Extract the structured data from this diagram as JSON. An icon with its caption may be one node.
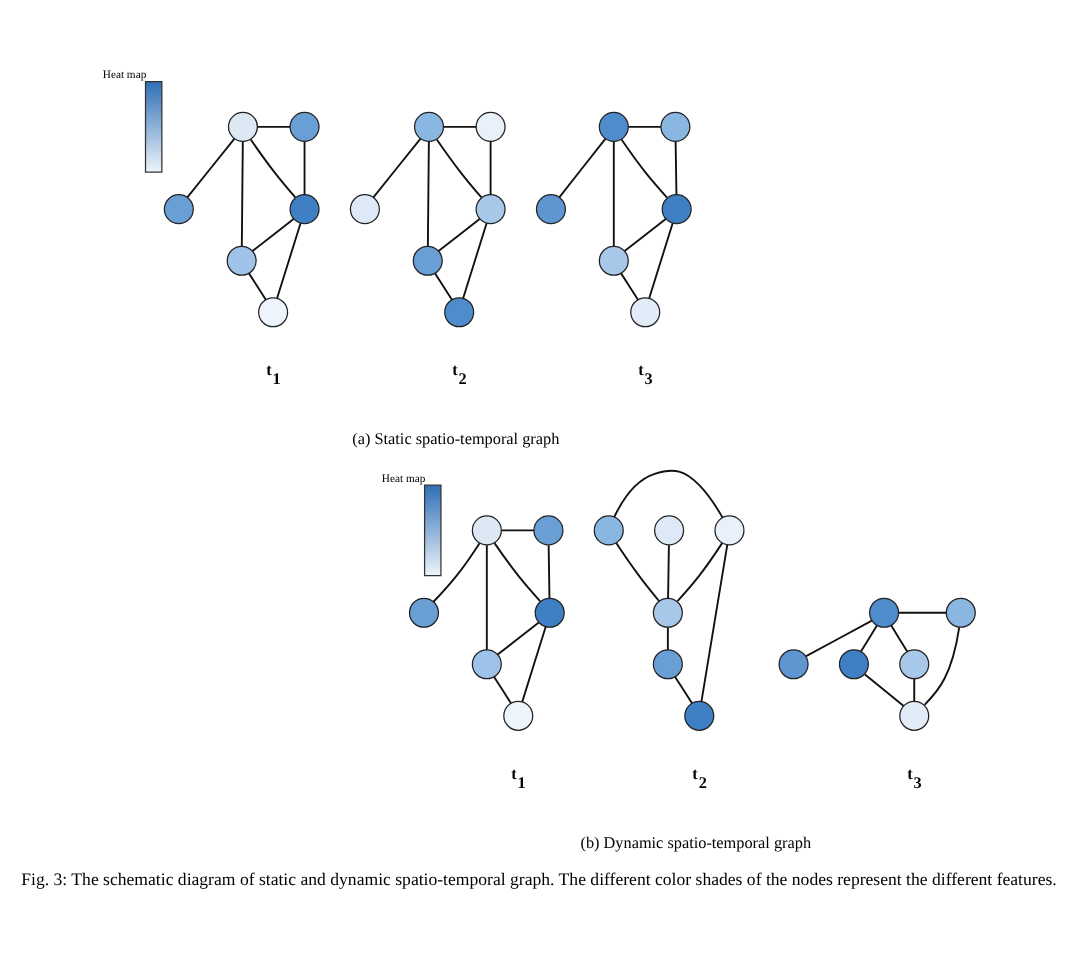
{
  "diagram": {
    "caption": "Fig. 3: The schematic diagram of static and dynamic spatio-temporal graph. The different color shades of the nodes represent the different features.",
    "nodes": [
      {
        "text": [],
        "shape": "bar",
        "beside": [
          "Heat map"
        ]
      },
      {
        "text": [],
        "shape": "circle"
      },
      {
        "text": [],
        "shape": "circle"
      },
      {
        "text": [],
        "shape": "circle"
      },
      {
        "text": [],
        "shape": "circle"
      },
      {
        "text": [],
        "shape": "circle"
      },
      {
        "text": [],
        "shape": "circle"
      },
      {
        "text": [],
        "shape": "circle"
      },
      {
        "text": [],
        "shape": "circle"
      },
      {
        "text": [],
        "shape": "circle"
      },
      {
        "text": [],
        "shape": "circle"
      },
      {
        "text": [],
        "shape": "circle"
      },
      {
        "text": [],
        "shape": "circle"
      },
      {
        "text": [],
        "shape": "circle"
      },
      {
        "text": [],
        "shape": "circle"
      },
      {
        "text": [],
        "shape": "circle"
      },
      {
        "text": [],
        "shape": "circle"
      },
      {
        "text": [],
        "shape": "circle"
      },
      {
        "text": [],
        "shape": "circle"
      },
      {
        "text": [],
        "shape": "bar",
        "beside": [
          "Heat map"
        ]
      },
      {
        "text": [],
        "shape": "circle"
      },
      {
        "text": [],
        "shape": "circle"
      },
      {
        "text": [],
        "shape": "circle"
      },
      {
        "text": [],
        "shape": "circle"
      },
      {
        "text": [],
        "shape": "circle"
      },
      {
        "text": [],
        "shape": "circle"
      },
      {
        "text": [],
        "shape": "circle"
      },
      {
        "text": [],
        "shape": "circle"
      },
      {
        "text": [],
        "shape": "circle"
      },
      {
        "text": [],
        "shape": "circle"
      },
      {
        "text": [],
        "shape": "circle"
      },
      {
        "text": [],
        "shape": "circle"
      },
      {
        "text": [],
        "shape": "circle"
      },
      {
        "text": [],
        "shape": "circle"
      },
      {
        "text": [],
        "shape": "circle"
      },
      {
        "text": [],
        "shape": "circle"
      },
      {
        "text": [],
        "shape": "circle"
      },
      {
        "text": [],
        "shape": "circle"
      }
    ],
    "edges": [
      {
        "from": 1,
        "to": 2,
        "arrow": "none"
      },
      {
        "from": 1,
        "to": 3,
        "arrow": "none"
      },
      {
        "from": 1,
        "to": 4,
        "arrow": "none"
      },
      {
        "from": 1,
        "to": 5,
        "arrow": "none"
      },
      {
        "from": 3,
        "to": 4,
        "arrow": "none"
      },
      {
        "from": 4,
        "to": 5,
        "arrow": "none"
      },
      {
        "from": 4,
        "to": 6,
        "arrow": "none"
      },
      {
        "from": 5,
        "to": 6,
        "arrow": "none"
      },
      {
        "from": 7,
        "to": 8,
        "arrow": "none"
      },
      {
        "from": 7,
        "to": 9,
        "arrow": "none"
      },
      {
        "from": 7,
        "to": 10,
        "arrow": "none"
      },
      {
        "from": 7,
        "to": 11,
        "arrow": "none"
      },
      {
        "from": 9,
        "to": 10,
        "arrow": "none"
      },
      {
        "from": 10,
        "to": 11,
        "arrow": "none"
      },
      {
        "from": 10,
        "to": 12,
        "arrow": "none"
      },
      {
        "from": 11,
        "to": 12,
        "arrow": "none"
      },
      {
        "from": 13,
        "to": 14,
        "arrow": "none"
      },
      {
        "from": 13,
        "to": 15,
        "arrow": "none"
      },
      {
        "from": 13,
        "to": 16,
        "arrow": "none"
      },
      {
        "from": 13,
        "to": 17,
        "arrow": "none"
      },
      {
        "from": 15,
        "to": 16,
        "arrow": "none"
      },
      {
        "from": 16,
        "to": 17,
        "arrow": "none"
      },
      {
        "from": 16,
        "to": 18,
        "arrow": "none"
      },
      {
        "from": 17,
        "to": 18,
        "arrow": "none"
      },
      {
        "from": 20,
        "to": 21,
        "arrow": "none"
      },
      {
        "from": 20,
        "to": 22,
        "arrow": "none"
      },
      {
        "from": 20,
        "to": 23,
        "arrow": "none"
      },
      {
        "from": 20,
        "to": 24,
        "arrow": "none"
      },
      {
        "from": 22,
        "to": 23,
        "arrow": "none"
      },
      {
        "from": 23,
        "to": 24,
        "arrow": "none"
      },
      {
        "from": 23,
        "to": 25,
        "arrow": "none"
      },
      {
        "from": 24,
        "to": 25,
        "arrow": "none"
      },
      {
        "from": 26,
        "to": 28,
        "arrow": "none"
      },
      {
        "from": 26,
        "to": 29,
        "arrow": "none"
      },
      {
        "from": 27,
        "to": 29,
        "arrow": "none"
      },
      {
        "from": 28,
        "to": 29,
        "arrow": "none"
      },
      {
        "from": 28,
        "to": 31,
        "arrow": "none"
      },
      {
        "from": 29,
        "to": 30,
        "arrow": "none"
      },
      {
        "from": 30,
        "to": 31,
        "arrow": "none"
      },
      {
        "from": 32,
        "to": 33,
        "arrow": "none"
      },
      {
        "from": 32,
        "to": 34,
        "arrow": "none"
      },
      {
        "from": 32,
        "to": 35,
        "arrow": "none"
      },
      {
        "from": 32,
        "to": 36,
        "arrow": "none"
      },
      {
        "from": 35,
        "to": 37,
        "arrow": "none"
      },
      {
        "from": 34,
        "to": 37,
        "arrow": "none"
      },
      {
        "from": 36,
        "to": 37,
        "arrow": "none"
      }
    ],
    "labels": [
      "t$_{1}$",
      "t$_{2}$",
      "t$_{3}$",
      "(a) Static spatio-temporal graph",
      "t$_{1}$",
      "t$_{2}$",
      "t$_{3}$",
      "(b) Dynamic spatio-temporal graph"
    ]
  }
}
